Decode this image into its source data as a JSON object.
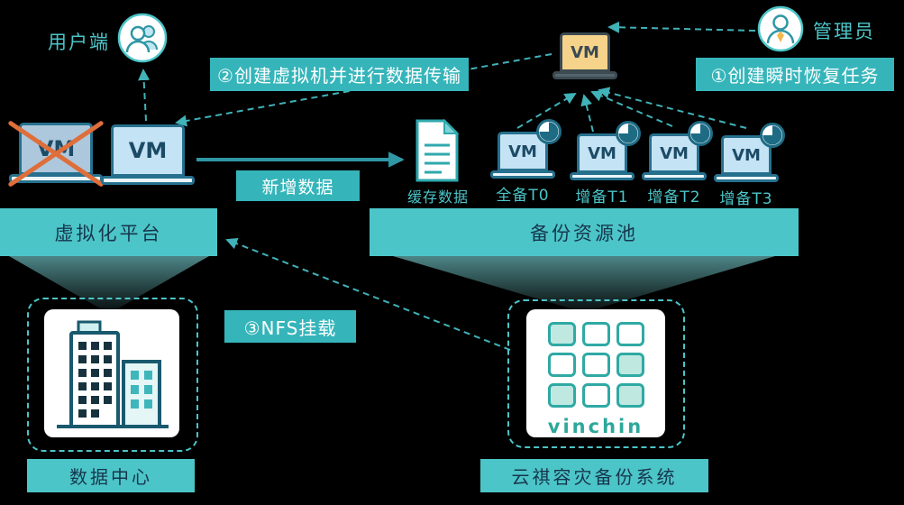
{
  "actors": {
    "user": {
      "label": "用户端"
    },
    "admin": {
      "label": "管理员"
    }
  },
  "steps": {
    "create_recovery": "①创建瞬时恢复任务",
    "create_vm_transfer": "②创建虚拟机并进行数据传输",
    "nfs_mount": "③NFS挂载"
  },
  "flow": {
    "new_data": "新增数据",
    "cache_data": "缓存数据"
  },
  "vm_text": "VM",
  "platform_bar": "虚拟化平台",
  "pool_bar": "备份资源池",
  "backups": [
    {
      "label": "全备T0"
    },
    {
      "label": "增备T1"
    },
    {
      "label": "增备T2"
    },
    {
      "label": "增备T3"
    }
  ],
  "datacenter_bar": "数据中心",
  "vinchin_bar": "云祺容灾备份系统",
  "vinchin_logo": "vinchin",
  "colors": {
    "background": "#000000",
    "accent_teal": "#4CC5C8",
    "step_box": "#35B5BA",
    "bar_text": "#16374E",
    "vm_screen": "#C4E3F5",
    "recovered_vm_screen": "#F6D38B",
    "failure_cross": "#DE6E3A"
  }
}
